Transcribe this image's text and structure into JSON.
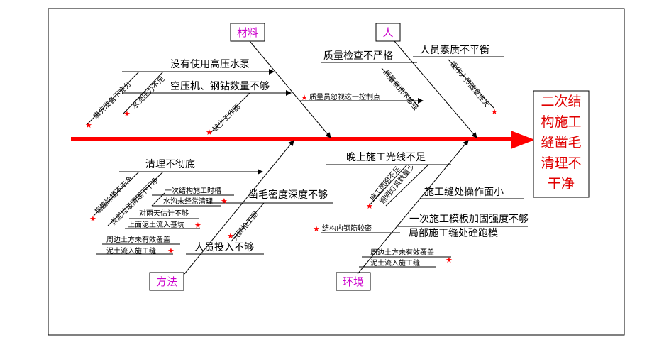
{
  "effect": {
    "lines": [
      "二次结",
      "构施工",
      "缝凿毛",
      "清理不",
      "干净"
    ],
    "color": "#e00000"
  },
  "categories": {
    "material": "材料",
    "people": "人",
    "method": "方法",
    "environment": "环境"
  },
  "causes": {
    "material": {
      "m1": "没有使用高压水泵",
      "m2": "空压机、钢钻数量不够",
      "m_sub1": "事先准备不充分",
      "m_sub2": "水流压力不足",
      "m_sub3": "缺少工作面"
    },
    "people": {
      "p1": "质量检查不严格",
      "p2": "人员素质不平衡",
      "p_sub1": "质量员忽视这一控制点",
      "p_sub2": "质量意识不够强",
      "p_sub3": "操作人员随意性大"
    },
    "method": {
      "f1": "清理不彻底",
      "f2": "凿毛密度深度不够",
      "f3": "人员投入不够",
      "f_sub1": "钢筋除锈不干净",
      "f_sub2": "淤泥垃圾清理不干净",
      "f_sub3a": "一次结构施工时槽",
      "f_sub3b": "水沟未经常清理",
      "f_sub4a": "对雨天估计不够",
      "f_sub4b": "上面泥土流入基坑",
      "f_sub5a": "周边土方未有效覆盖",
      "f_sub5b": "泥土流入施工缝",
      "f_sub6": "只顾抢工期"
    },
    "environment": {
      "e1": "晚上施工光线不足",
      "e2": "施工缝处操作面小",
      "e3": "一次施工模板加固强度不够",
      "e4": "局部施工缝处砼跑模",
      "e_sub1": "施工照明不足",
      "e_sub2": "照明灯具数量少",
      "e_sub3": "结构内钢筋较密",
      "e_sub4a": "周边土方未有效覆盖",
      "e_sub4b": "泥土流入施工缝"
    }
  },
  "colors": {
    "spine": "#ff0000",
    "category_text": "#cc00cc",
    "star": "#ff0000",
    "line": "#000000"
  }
}
